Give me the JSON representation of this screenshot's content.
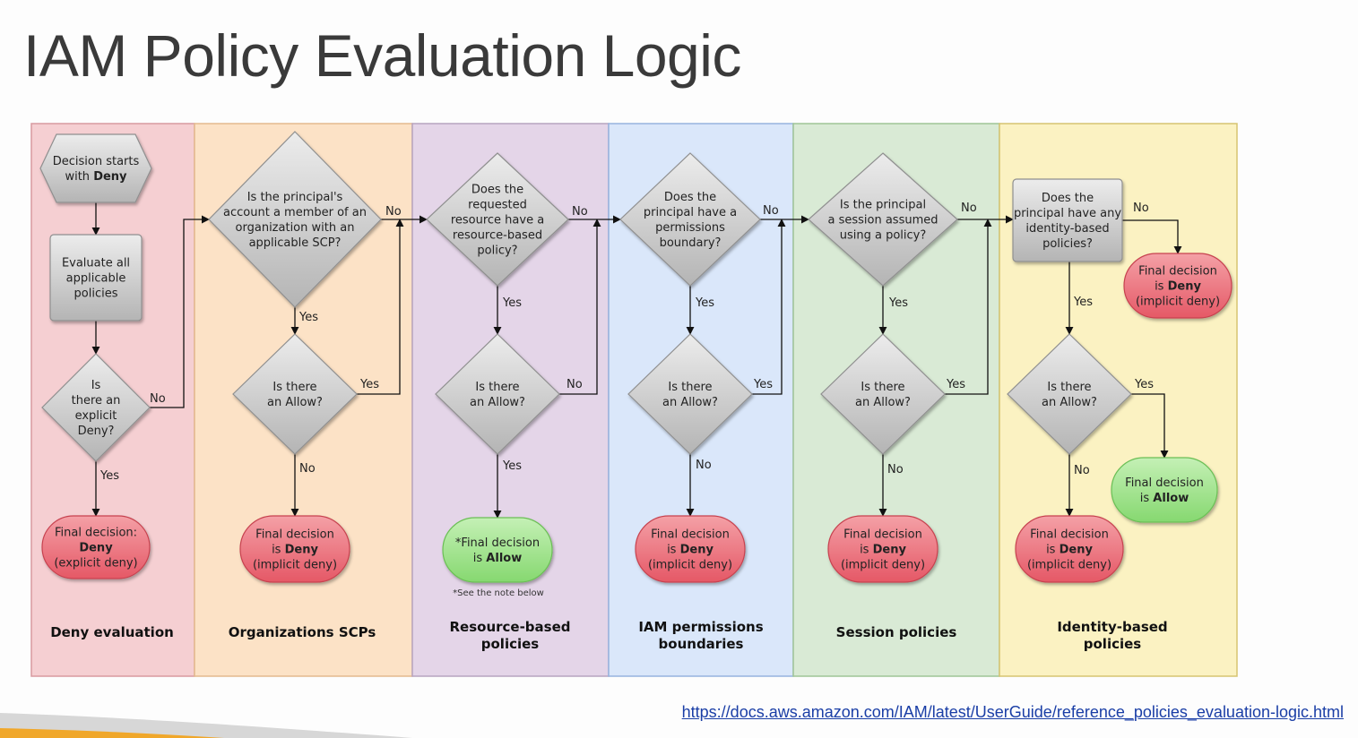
{
  "title": "IAM Policy Evaluation Logic",
  "link": "https://docs.aws.amazon.com/IAM/latest/UserGuide/reference_policies_evaluation-logic.html",
  "footnote": "*See the note below",
  "colors": {
    "lane_deny": "#f5cfd2",
    "lane_scp": "#fce2c6",
    "lane_resource": "#e4d5e8",
    "lane_boundary": "#dae7fa",
    "lane_session": "#d9ead5",
    "lane_identity": "#fbf2c2",
    "node_gray": "#cfcfcf",
    "deny_red": "#ea6b77",
    "allow_green": "#9fe08e",
    "link_blue": "#1a3ea6"
  },
  "lanes": [
    {
      "id": "deny",
      "label_lines": [
        "Deny evaluation"
      ]
    },
    {
      "id": "scp",
      "label_lines": [
        "Organizations SCPs"
      ]
    },
    {
      "id": "resource",
      "label_lines": [
        "Resource-based",
        "policies"
      ]
    },
    {
      "id": "boundary",
      "label_lines": [
        "IAM permissions",
        "boundaries"
      ]
    },
    {
      "id": "session",
      "label_lines": [
        "Session policies"
      ]
    },
    {
      "id": "identity",
      "label_lines": [
        "Identity-based",
        "policies"
      ]
    }
  ],
  "nodes": [
    {
      "id": "start",
      "lines": [
        [
          {
            "t": "Decision starts"
          }
        ],
        [
          {
            "t": "with "
          },
          {
            "t": "Deny",
            "b": true
          }
        ]
      ]
    },
    {
      "id": "evaluate",
      "lines": [
        [
          {
            "t": "Evaluate all"
          }
        ],
        [
          {
            "t": "applicable"
          }
        ],
        [
          {
            "t": "policies"
          }
        ]
      ]
    },
    {
      "id": "explicit-deny-q",
      "lines": [
        [
          {
            "t": "Is"
          }
        ],
        [
          {
            "t": "there an"
          }
        ],
        [
          {
            "t": "explicit"
          }
        ],
        [
          {
            "t": "Deny?"
          }
        ]
      ]
    },
    {
      "id": "final-explicit-deny",
      "lines": [
        [
          {
            "t": "Final decision:"
          }
        ],
        [
          {
            "t": "Deny",
            "b": true
          }
        ],
        [
          {
            "t": "(explicit deny)"
          }
        ]
      ]
    },
    {
      "id": "scp-q",
      "lines": [
        [
          {
            "t": "Is the principal's"
          }
        ],
        [
          {
            "t": "account a member of an"
          }
        ],
        [
          {
            "t": "organization with an"
          }
        ],
        [
          {
            "t": "applicable SCP?"
          }
        ]
      ]
    },
    {
      "id": "scp-allow-q",
      "lines": [
        [
          {
            "t": "Is there"
          }
        ],
        [
          {
            "t": "an Allow?"
          }
        ]
      ]
    },
    {
      "id": "scp-final-deny",
      "lines": [
        [
          {
            "t": "Final decision"
          }
        ],
        [
          {
            "t": "is "
          },
          {
            "t": "Deny",
            "b": true
          }
        ],
        [
          {
            "t": "(implicit deny)"
          }
        ]
      ]
    },
    {
      "id": "resource-q",
      "lines": [
        [
          {
            "t": "Does the"
          }
        ],
        [
          {
            "t": "requested"
          }
        ],
        [
          {
            "t": "resource have a"
          }
        ],
        [
          {
            "t": "resource-based"
          }
        ],
        [
          {
            "t": "policy?"
          }
        ]
      ]
    },
    {
      "id": "resource-allow-q",
      "lines": [
        [
          {
            "t": "Is there"
          }
        ],
        [
          {
            "t": "an Allow?"
          }
        ]
      ]
    },
    {
      "id": "resource-final-allow",
      "lines": [
        [
          {
            "t": "*Final decision"
          }
        ],
        [
          {
            "t": "is "
          },
          {
            "t": "Allow",
            "b": true
          }
        ]
      ]
    },
    {
      "id": "boundary-q",
      "lines": [
        [
          {
            "t": "Does the"
          }
        ],
        [
          {
            "t": "principal have a"
          }
        ],
        [
          {
            "t": "permissions"
          }
        ],
        [
          {
            "t": "boundary?"
          }
        ]
      ]
    },
    {
      "id": "boundary-allow-q",
      "lines": [
        [
          {
            "t": "Is there"
          }
        ],
        [
          {
            "t": "an Allow?"
          }
        ]
      ]
    },
    {
      "id": "boundary-final-deny",
      "lines": [
        [
          {
            "t": "Final decision"
          }
        ],
        [
          {
            "t": "is "
          },
          {
            "t": "Deny",
            "b": true
          }
        ],
        [
          {
            "t": "(implicit deny)"
          }
        ]
      ]
    },
    {
      "id": "session-q",
      "lines": [
        [
          {
            "t": "Is the principal"
          }
        ],
        [
          {
            "t": "a session assumed"
          }
        ],
        [
          {
            "t": "using a policy?"
          }
        ]
      ]
    },
    {
      "id": "session-allow-q",
      "lines": [
        [
          {
            "t": "Is there"
          }
        ],
        [
          {
            "t": "an Allow?"
          }
        ]
      ]
    },
    {
      "id": "session-final-deny",
      "lines": [
        [
          {
            "t": "Final decision"
          }
        ],
        [
          {
            "t": "is "
          },
          {
            "t": "Deny",
            "b": true
          }
        ],
        [
          {
            "t": "(implicit deny)"
          }
        ]
      ]
    },
    {
      "id": "identity-q",
      "lines": [
        [
          {
            "t": "Does the"
          }
        ],
        [
          {
            "t": "principal have any"
          }
        ],
        [
          {
            "t": "identity-based"
          }
        ],
        [
          {
            "t": "policies?"
          }
        ]
      ]
    },
    {
      "id": "identity-no-final-deny",
      "lines": [
        [
          {
            "t": "Final decision"
          }
        ],
        [
          {
            "t": "is "
          },
          {
            "t": "Deny",
            "b": true
          }
        ],
        [
          {
            "t": "(implicit deny)"
          }
        ]
      ]
    },
    {
      "id": "identity-allow-q",
      "lines": [
        [
          {
            "t": "Is there"
          }
        ],
        [
          {
            "t": "an Allow?"
          }
        ]
      ]
    },
    {
      "id": "identity-final-allow",
      "lines": [
        [
          {
            "t": "Final decision"
          }
        ],
        [
          {
            "t": "is "
          },
          {
            "t": "Allow",
            "b": true
          }
        ]
      ]
    },
    {
      "id": "identity-final-deny",
      "lines": [
        [
          {
            "t": "Final decision"
          }
        ],
        [
          {
            "t": "is "
          },
          {
            "t": "Deny",
            "b": true
          }
        ],
        [
          {
            "t": "(implicit deny)"
          }
        ]
      ]
    }
  ],
  "edges": [
    {
      "from": "start",
      "to": "evaluate"
    },
    {
      "from": "evaluate",
      "to": "explicit-deny-q"
    },
    {
      "from": "explicit-deny-q",
      "to": "final-explicit-deny",
      "label": "Yes"
    },
    {
      "from": "explicit-deny-q",
      "to": "scp-q",
      "label": "No"
    },
    {
      "from": "scp-q",
      "to": "scp-allow-q",
      "label": "Yes"
    },
    {
      "from": "scp-q",
      "to": "resource-q",
      "label": "No"
    },
    {
      "from": "scp-allow-q",
      "to": "resource-q",
      "label": "Yes"
    },
    {
      "from": "scp-allow-q",
      "to": "scp-final-deny",
      "label": "No"
    },
    {
      "from": "resource-q",
      "to": "resource-allow-q",
      "label": "Yes"
    },
    {
      "from": "resource-q",
      "to": "boundary-q",
      "label": "No"
    },
    {
      "from": "resource-allow-q",
      "to": "resource-final-allow",
      "label": "Yes"
    },
    {
      "from": "resource-allow-q",
      "to": "boundary-q",
      "label": "No"
    },
    {
      "from": "boundary-q",
      "to": "boundary-allow-q",
      "label": "Yes"
    },
    {
      "from": "boundary-q",
      "to": "session-q",
      "label": "No"
    },
    {
      "from": "boundary-allow-q",
      "to": "session-q",
      "label": "Yes"
    },
    {
      "from": "boundary-allow-q",
      "to": "boundary-final-deny",
      "label": "No"
    },
    {
      "from": "session-q",
      "to": "session-allow-q",
      "label": "Yes"
    },
    {
      "from": "session-q",
      "to": "identity-q",
      "label": "No"
    },
    {
      "from": "session-allow-q",
      "to": "identity-q",
      "label": "Yes"
    },
    {
      "from": "session-allow-q",
      "to": "session-final-deny",
      "label": "No"
    },
    {
      "from": "identity-q",
      "to": "identity-allow-q",
      "label": "Yes"
    },
    {
      "from": "identity-q",
      "to": "identity-no-final-deny",
      "label": "No"
    },
    {
      "from": "identity-allow-q",
      "to": "identity-final-allow",
      "label": "Yes"
    },
    {
      "from": "identity-allow-q",
      "to": "identity-final-deny",
      "label": "No"
    }
  ]
}
